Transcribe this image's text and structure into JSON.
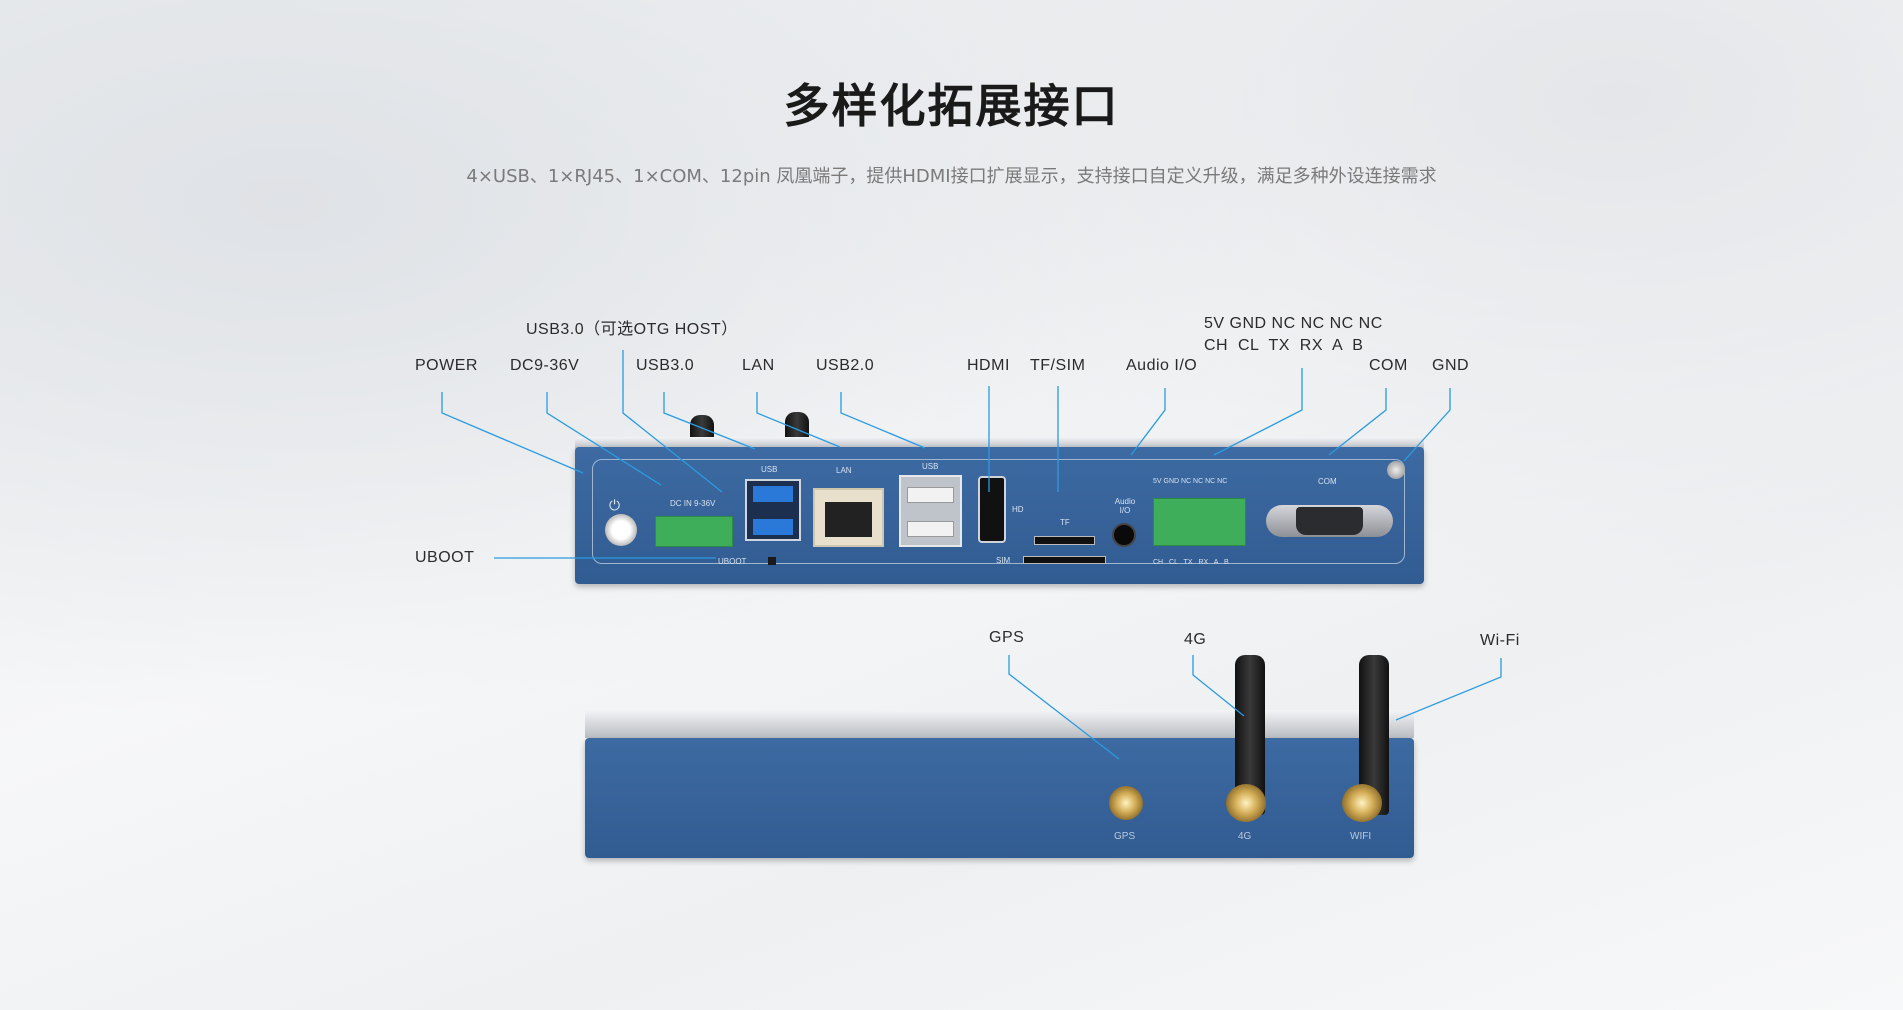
{
  "title": "多样化拓展接口",
  "subtitle": "4×USB、1×RJ45、1×COM、12pin 凤凰端子，提供HDMI接口扩展显示，支持接口自定义升级，满足多种外设连接需求",
  "labels": {
    "power": "POWER",
    "dc": "DC9-36V",
    "otg": "USB3.0（可选OTG HOST）",
    "usb3": "USB3.0",
    "lan": "LAN",
    "usb2": "USB2.0",
    "hdmi": "HDMI",
    "tfsim": "TF/SIM",
    "audio": "Audio I/O",
    "pins_top": "5V GND NC NC NC NC",
    "pins_bottom": "CH  CL  TX  RX  A  B",
    "com": "COM",
    "gnd": "GND",
    "uboot": "UBOOT",
    "gps": "GPS",
    "g4": "4G",
    "wifi": "Wi-Fi"
  },
  "device_print": {
    "usb_a": "USB",
    "lan": "LAN",
    "usb_b": "USB",
    "hd": "HD",
    "tf": "TF",
    "audio": "Audio I/O",
    "dc": "DC IN 9-36V",
    "uboot": "UBOOT",
    "sim": "SIM",
    "pins_top": "5V GND NC NC NC NC",
    "pins_bottom": "CH CL TX RX A B",
    "com": "COM",
    "gps": "GPS",
    "g4": "4G",
    "wifi": "WIFI"
  },
  "colors": {
    "leader_line": "#2a9be0",
    "chassis": "#3a659c",
    "terminal": "#3fae5a"
  }
}
